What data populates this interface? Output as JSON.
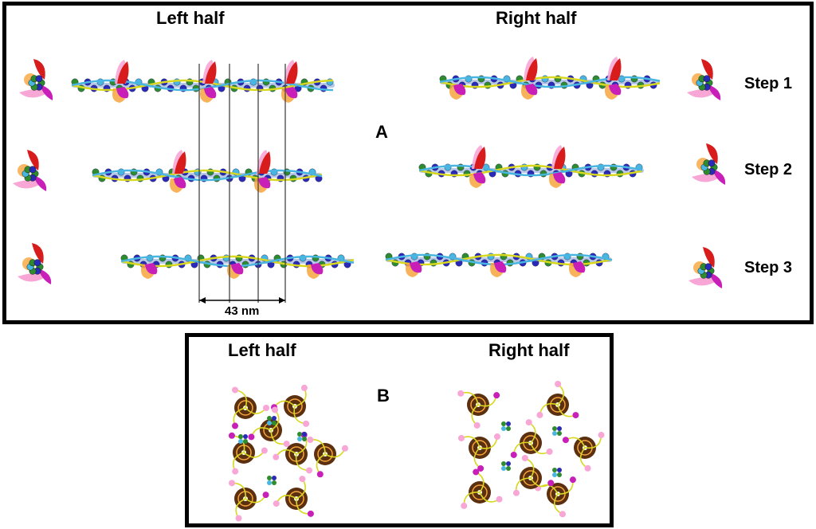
{
  "panel_a": {
    "letter": "A",
    "left_header": "Left half",
    "right_header": "Right half",
    "steps": [
      "Step 1",
      "Step 2",
      "Step 3"
    ],
    "scale_label": "43 nm"
  },
  "panel_b": {
    "letter": "B",
    "left_header": "Left half",
    "right_header": "Right half"
  },
  "colors": {
    "red": "#d81b1b",
    "magenta": "#c81fb8",
    "pink": "#f7a6d6",
    "orange": "#f7a53c",
    "green": "#2e8b2e",
    "blue": "#2a2ab8",
    "cyan": "#48b6e0",
    "yellow": "#d8d820",
    "brown": "#5a3010"
  }
}
